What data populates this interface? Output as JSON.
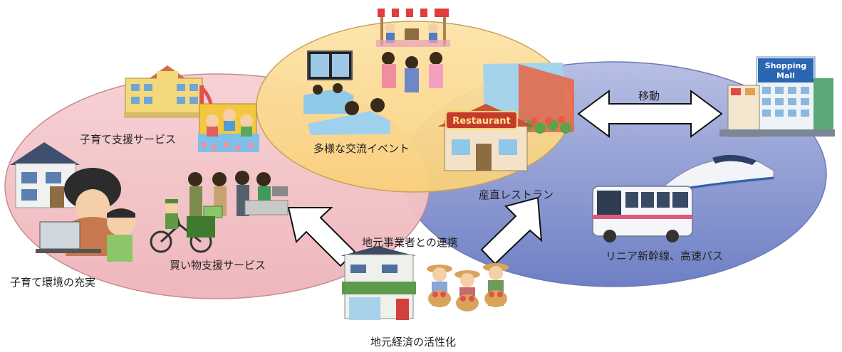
{
  "labels": {
    "childcare_support": "子育て支援サービス",
    "childcare_environment": "子育て環境の充実",
    "shopping_support": "買い物支援サービス",
    "exchange_events": "多様な交流イベント",
    "farm_restaurant": "産直レストラン",
    "move": "移動",
    "linear_bus": "リニア新幹線、高速バス",
    "local_cooperation": "地元事業者との連携",
    "local_economy": "地元経済の活性化"
  },
  "signs": {
    "restaurant": "Restaurant",
    "mall_line1": "Shopping",
    "mall_line2": "Mall"
  },
  "colors": {
    "pink_area": "#f3c3c7",
    "orange_area": "#fbd98f",
    "blue_area": "#8e9bd4"
  }
}
